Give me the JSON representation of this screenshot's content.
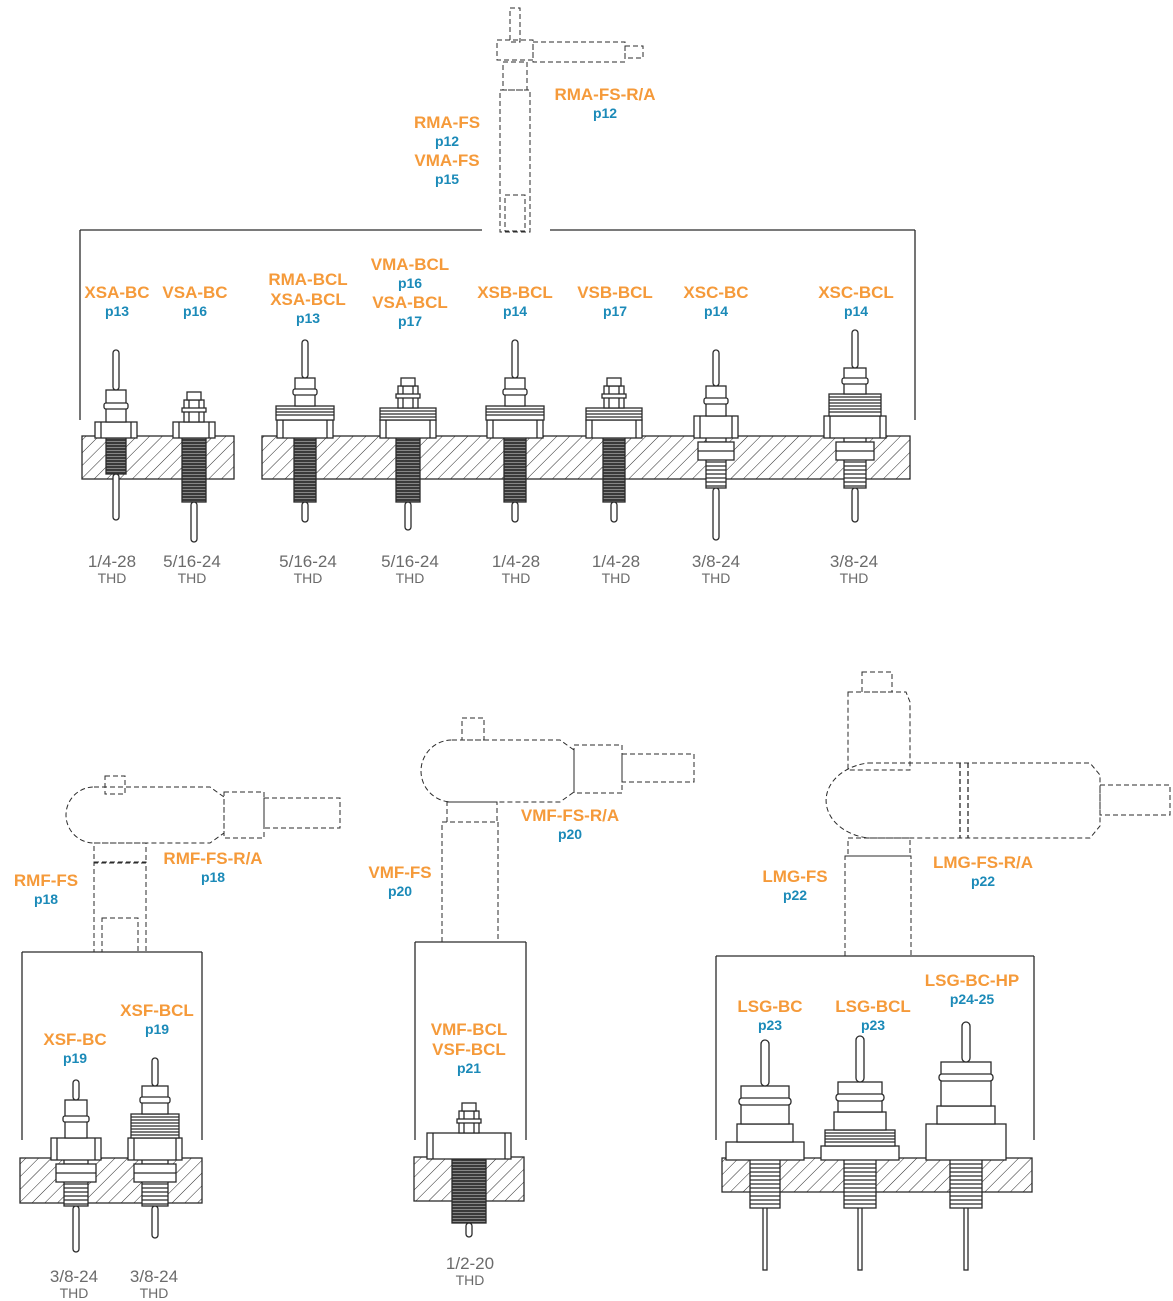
{
  "colors": {
    "model": "#f59a3a",
    "page": "#1b8ab8",
    "thread": "#6b6b6b",
    "line": "#2b2b2b"
  },
  "group1": {
    "fs_labels": {
      "rma_fs_ra": {
        "name": "RMA-FS-R/A",
        "page": "p12"
      },
      "rma_fs": {
        "name": "RMA-FS",
        "page": "p12"
      },
      "vma_fs": {
        "name": "VMA-FS",
        "page": "p15"
      }
    },
    "fittings": [
      {
        "names": [
          "XSA-BC"
        ],
        "pages": [
          "p13"
        ],
        "thread": "1/4-28",
        "unit": "THD"
      },
      {
        "names": [
          "VSA-BC"
        ],
        "pages": [
          "p16"
        ],
        "thread": "5/16-24",
        "unit": "THD"
      },
      {
        "names": [
          "RMA-BCL",
          "XSA-BCL"
        ],
        "pages": [
          "p13"
        ],
        "thread": "5/16-24",
        "unit": "THD"
      },
      {
        "names": [
          "VMA-BCL",
          "VSA-BCL"
        ],
        "pages": [
          "p16",
          "p17"
        ],
        "thread": "5/16-24",
        "unit": "THD"
      },
      {
        "names": [
          "XSB-BCL"
        ],
        "pages": [
          "p14"
        ],
        "thread": "1/4-28",
        "unit": "THD"
      },
      {
        "names": [
          "VSB-BCL"
        ],
        "pages": [
          "p17"
        ],
        "thread": "1/4-28",
        "unit": "THD"
      },
      {
        "names": [
          "XSC-BC"
        ],
        "pages": [
          "p14"
        ],
        "thread": "3/8-24",
        "unit": "THD"
      },
      {
        "names": [
          "XSC-BCL"
        ],
        "pages": [
          "p14"
        ],
        "thread": "3/8-24",
        "unit": "THD"
      }
    ]
  },
  "group2": {
    "fs_labels": {
      "rmf_fs": {
        "name": "RMF-FS",
        "page": "p18"
      },
      "rmf_fs_ra": {
        "name": "RMF-FS-R/A",
        "page": "p18"
      }
    },
    "fittings": [
      {
        "names": [
          "XSF-BC"
        ],
        "pages": [
          "p19"
        ],
        "thread": "3/8-24",
        "unit": "THD"
      },
      {
        "names": [
          "XSF-BCL"
        ],
        "pages": [
          "p19"
        ],
        "thread": "3/8-24",
        "unit": "THD"
      }
    ]
  },
  "group3": {
    "fs_labels": {
      "vmf_fs": {
        "name": "VMF-FS",
        "page": "p20"
      },
      "vmf_fs_ra": {
        "name": "VMF-FS-R/A",
        "page": "p20"
      }
    },
    "fittings": [
      {
        "names": [
          "VMF-BCL",
          "VSF-BCL"
        ],
        "pages": [
          "p21"
        ],
        "thread": "1/2-20",
        "unit": "THD"
      }
    ]
  },
  "group4": {
    "fs_labels": {
      "lmg_fs": {
        "name": "LMG-FS",
        "page": "p22"
      },
      "lmg_fs_ra": {
        "name": "LMG-FS-R/A",
        "page": "p22"
      }
    },
    "fittings": [
      {
        "names": [
          "LSG-BC"
        ],
        "pages": [
          "p23"
        ]
      },
      {
        "names": [
          "LSG-BCL"
        ],
        "pages": [
          "p23"
        ]
      },
      {
        "names": [
          "LSG-BC-HP"
        ],
        "pages": [
          "p24-25"
        ]
      }
    ]
  }
}
